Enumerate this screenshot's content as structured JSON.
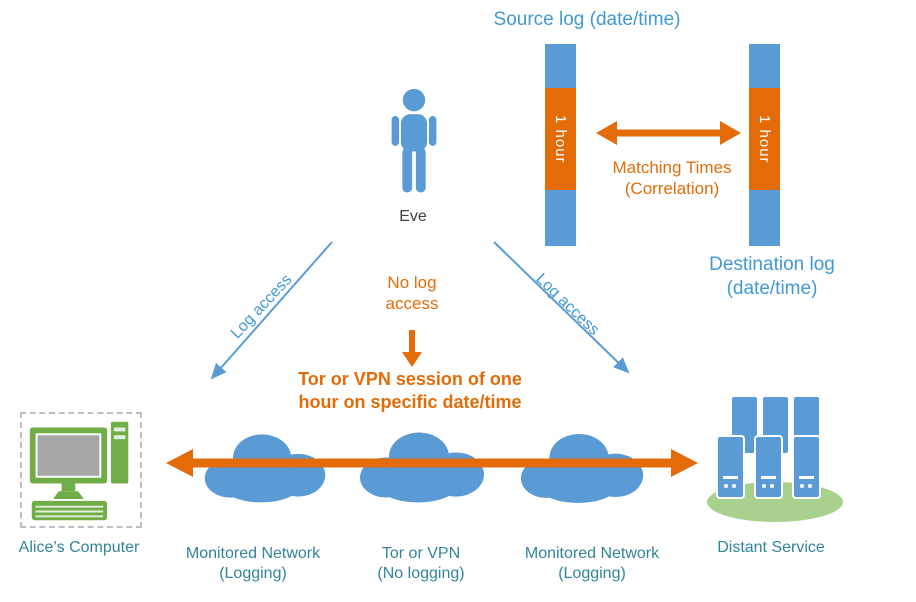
{
  "colors": {
    "node_blue": "#5B9BD5",
    "label_blue": "#4199D3",
    "label_teal": "#31849B",
    "accent_orange": "#E36C09",
    "alice_green": "#70AD47",
    "base_green": "#A9D18E",
    "screen_gray": "#A6A6A6"
  },
  "timeline": {
    "source_label": "Source log (date/time)",
    "destination_label": "Destination log (date/time)",
    "source_segment": "1 hour",
    "destination_segment": "1 hour",
    "matching": "Matching Times\n(Correlation)"
  },
  "eve": {
    "name": "Eve",
    "left_arrow": "Log access",
    "no_log": "No log\naccess",
    "right_arrow": "Log access"
  },
  "session_note": "Tor or VPN session of one\nhour on specific date/time",
  "nodes": {
    "alice": "Alice’s Computer",
    "monitored_left": "Monitored Network\n(Logging)",
    "tor": "Tor or VPN\n(No logging)",
    "monitored_right": "Monitored Network\n(Logging)",
    "distant": "Distant Service"
  }
}
